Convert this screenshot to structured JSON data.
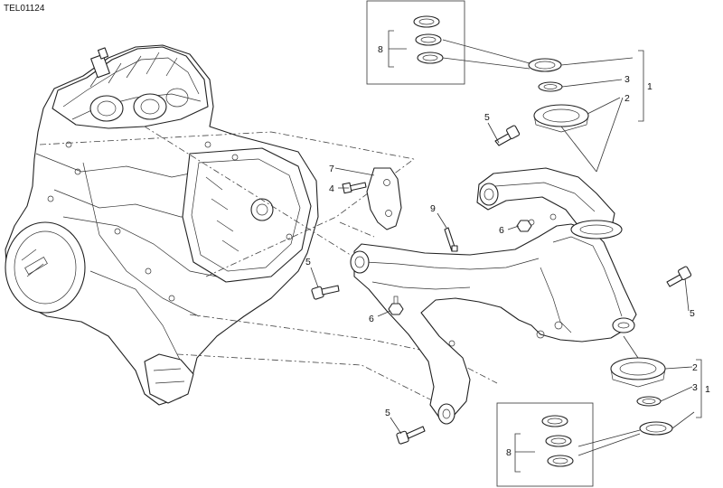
{
  "diagram": {
    "code": "TEL01124",
    "callouts": {
      "c1_top": "1",
      "c2_top": "2",
      "c3_top": "3",
      "c5_top": "5",
      "c7": "7",
      "c4": "4",
      "c9": "9",
      "c6_mid": "6",
      "c5_left": "5",
      "c6_low": "6",
      "c5_right": "5",
      "c2_bot": "2",
      "c3_bot": "3",
      "c1_bot": "1",
      "c5_bot": "5",
      "c8_top": "8",
      "c8_bot": "8"
    }
  }
}
